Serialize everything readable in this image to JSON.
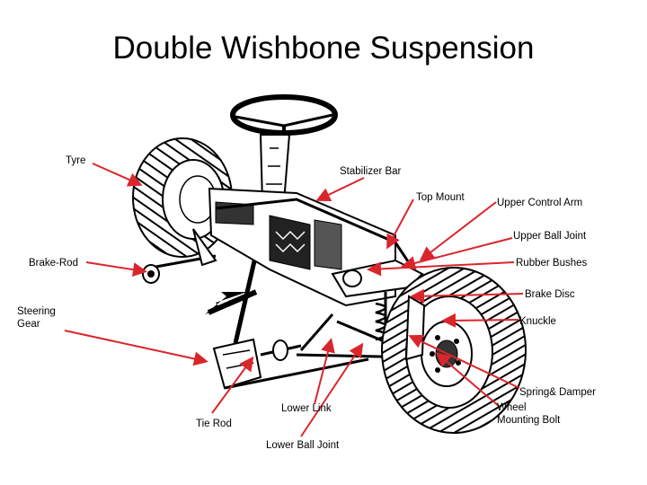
{
  "slide": {
    "title": "Double Wishbone Suspension"
  },
  "labels": {
    "tyre": "Tyre",
    "stabilizer_bar": "Stabilizer Bar",
    "top_mount": "Top Mount",
    "upper_control_arm": "Upper Control Arm",
    "upper_ball_joint": "Upper Ball Joint",
    "brake_rod": "Brake-Rod",
    "rubber_bushes": "Rubber Bushes",
    "brake_disc": "Brake Disc",
    "steering_gear": "Steering\nGear",
    "knuckle": "Knuckle",
    "spring_damper": "Spring& Damper",
    "wheel_mounting_bolt": "Wheel\nMounting Bolt",
    "lower_link": "Lower Link",
    "tie_rod": "Tie Rod",
    "lower_ball_joint": "Lower Ball Joint"
  },
  "colors": {
    "leader_line": "#d9262c",
    "ink": "#000000"
  }
}
